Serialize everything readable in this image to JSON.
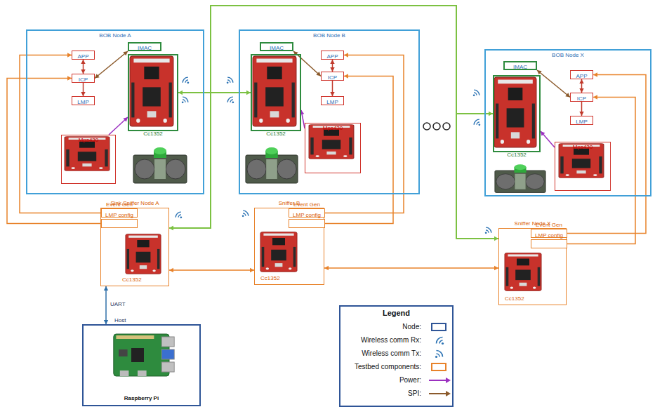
{
  "diagram": {
    "nodes": [
      {
        "text": [
          "BOB Node A"
        ]
      },
      {
        "text": [
          "APP"
        ],
        "in": 0
      },
      {
        "text": [
          "IMAC"
        ],
        "in": 0
      },
      {
        "text": [
          "ICP"
        ],
        "in": 0
      },
      {
        "text": [
          "LMP"
        ],
        "in": 0
      },
      {
        "text": [
          "Cc1352"
        ],
        "in": 0
      },
      {
        "text": [
          "Mps430"
        ],
        "in": 0
      },
      {
        "text": [
          "BOB Node B"
        ]
      },
      {
        "text": [
          "IMAC"
        ],
        "in": 7
      },
      {
        "text": [
          "APP"
        ],
        "in": 7
      },
      {
        "text": [
          "ICP"
        ],
        "in": 7
      },
      {
        "text": [
          "LMP"
        ],
        "in": 7
      },
      {
        "text": [
          "Cc1352"
        ],
        "in": 7
      },
      {
        "text": [
          "Mps430"
        ],
        "in": 7
      },
      {
        "text": [
          "BOB Node X"
        ]
      },
      {
        "text": [
          "IMAC"
        ],
        "in": 14
      },
      {
        "text": [
          "APP"
        ],
        "in": 14
      },
      {
        "text": [
          "Cc1352"
        ],
        "in": 14
      },
      {
        "text": [
          "ICP"
        ],
        "in": 14
      },
      {
        "text": [
          "LMP"
        ],
        "in": 14
      },
      {
        "text": [
          "Mps430"
        ],
        "in": 14
      },
      {
        "text": [
          "Sink Sniffer Node A",
          "Cc1352"
        ]
      },
      {
        "text": [
          "Event Gen"
        ],
        "in": 21
      },
      {
        "text": [
          "LMP config"
        ],
        "in": 21
      },
      {
        "text": [
          "Sniffer B",
          "Cc1352"
        ]
      },
      {
        "text": [
          "Event Gen"
        ],
        "in": 24
      },
      {
        "text": [
          "LMP config"
        ],
        "in": 24
      },
      {
        "text": [
          "Sniffer Node X",
          "Cc1352"
        ]
      },
      {
        "text": [
          "Event Gen"
        ],
        "in": 27
      },
      {
        "text": [
          "LMP config"
        ],
        "in": 27
      },
      {
        "text": [
          "Host",
          "Raspberry Pi"
        ]
      }
    ],
    "edges": [
      {
        "from": 1,
        "to": 3,
        "arrow": "both"
      },
      {
        "from": 3,
        "to": 4,
        "arrow": "to"
      },
      {
        "from": 2,
        "to": 3,
        "arrow": "both"
      },
      {
        "from": 6,
        "to": 5,
        "arrow": "to"
      },
      {
        "from": 9,
        "to": 10,
        "arrow": "both"
      },
      {
        "from": 10,
        "to": 11,
        "arrow": "to"
      },
      {
        "from": 8,
        "to": 10,
        "arrow": "both"
      },
      {
        "from": 13,
        "to": 12,
        "arrow": "to"
      },
      {
        "from": 16,
        "to": 18,
        "arrow": "both"
      },
      {
        "from": 18,
        "to": 19,
        "arrow": "to"
      },
      {
        "from": 15,
        "to": 18,
        "arrow": "both"
      },
      {
        "from": 20,
        "to": 17,
        "arrow": "to"
      },
      {
        "from": 5,
        "to": 12,
        "arrow": "both"
      },
      {
        "from": 21,
        "to": 17,
        "arrow": "both"
      },
      {
        "from": 21,
        "to": 27,
        "arrow": "both"
      },
      {
        "from": 21,
        "to": 24,
        "arrow": "both"
      },
      {
        "from": 24,
        "to": 27,
        "arrow": "both"
      },
      {
        "from": 21,
        "to": 30,
        "arrow": "both",
        "label": "UART"
      },
      {
        "from": 22,
        "to": 1,
        "arrow": "to"
      },
      {
        "from": 23,
        "to": 3,
        "arrow": "to"
      },
      {
        "from": 25,
        "to": 9,
        "arrow": "to"
      },
      {
        "from": 26,
        "to": 10,
        "arrow": "to"
      },
      {
        "from": 28,
        "to": 16,
        "arrow": "to"
      },
      {
        "from": 29,
        "to": 18,
        "arrow": "to"
      }
    ],
    "labels": [
      "Legend"
    ],
    "legend": [
      {
        "text": "Node:"
      },
      {
        "text": "Wireless comm Rx:"
      },
      {
        "text": "Wireless comm Tx:"
      },
      {
        "text": "Testbed components:"
      },
      {
        "text": "Power:"
      },
      {
        "text": "SPI:"
      }
    ]
  }
}
